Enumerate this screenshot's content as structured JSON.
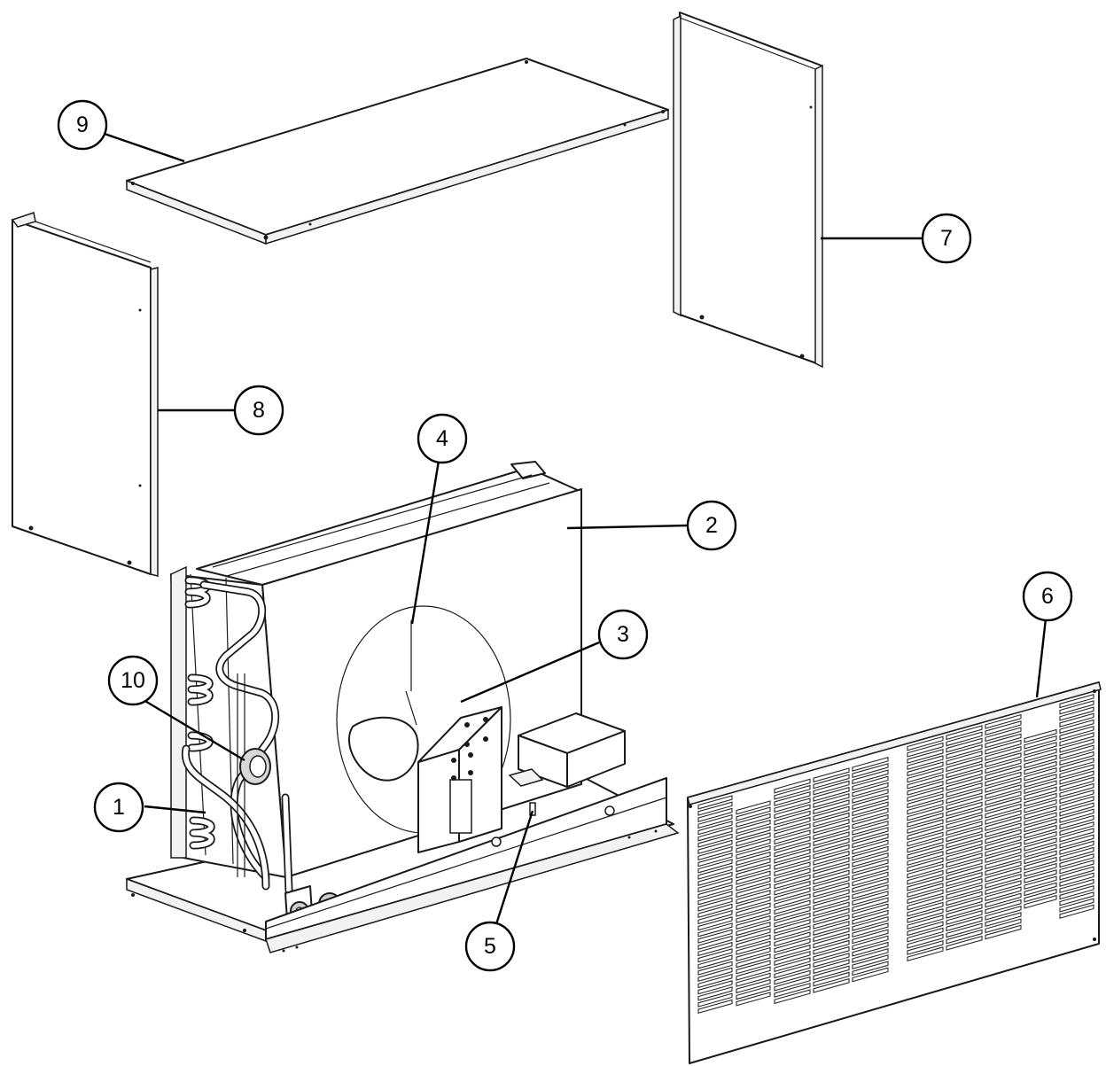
{
  "diagram": {
    "callouts": [
      {
        "label": "1"
      },
      {
        "label": "2"
      },
      {
        "label": "3"
      },
      {
        "label": "4"
      },
      {
        "label": "5"
      },
      {
        "label": "6"
      },
      {
        "label": "7"
      },
      {
        "label": "8"
      },
      {
        "label": "9"
      },
      {
        "label": "10"
      }
    ]
  }
}
